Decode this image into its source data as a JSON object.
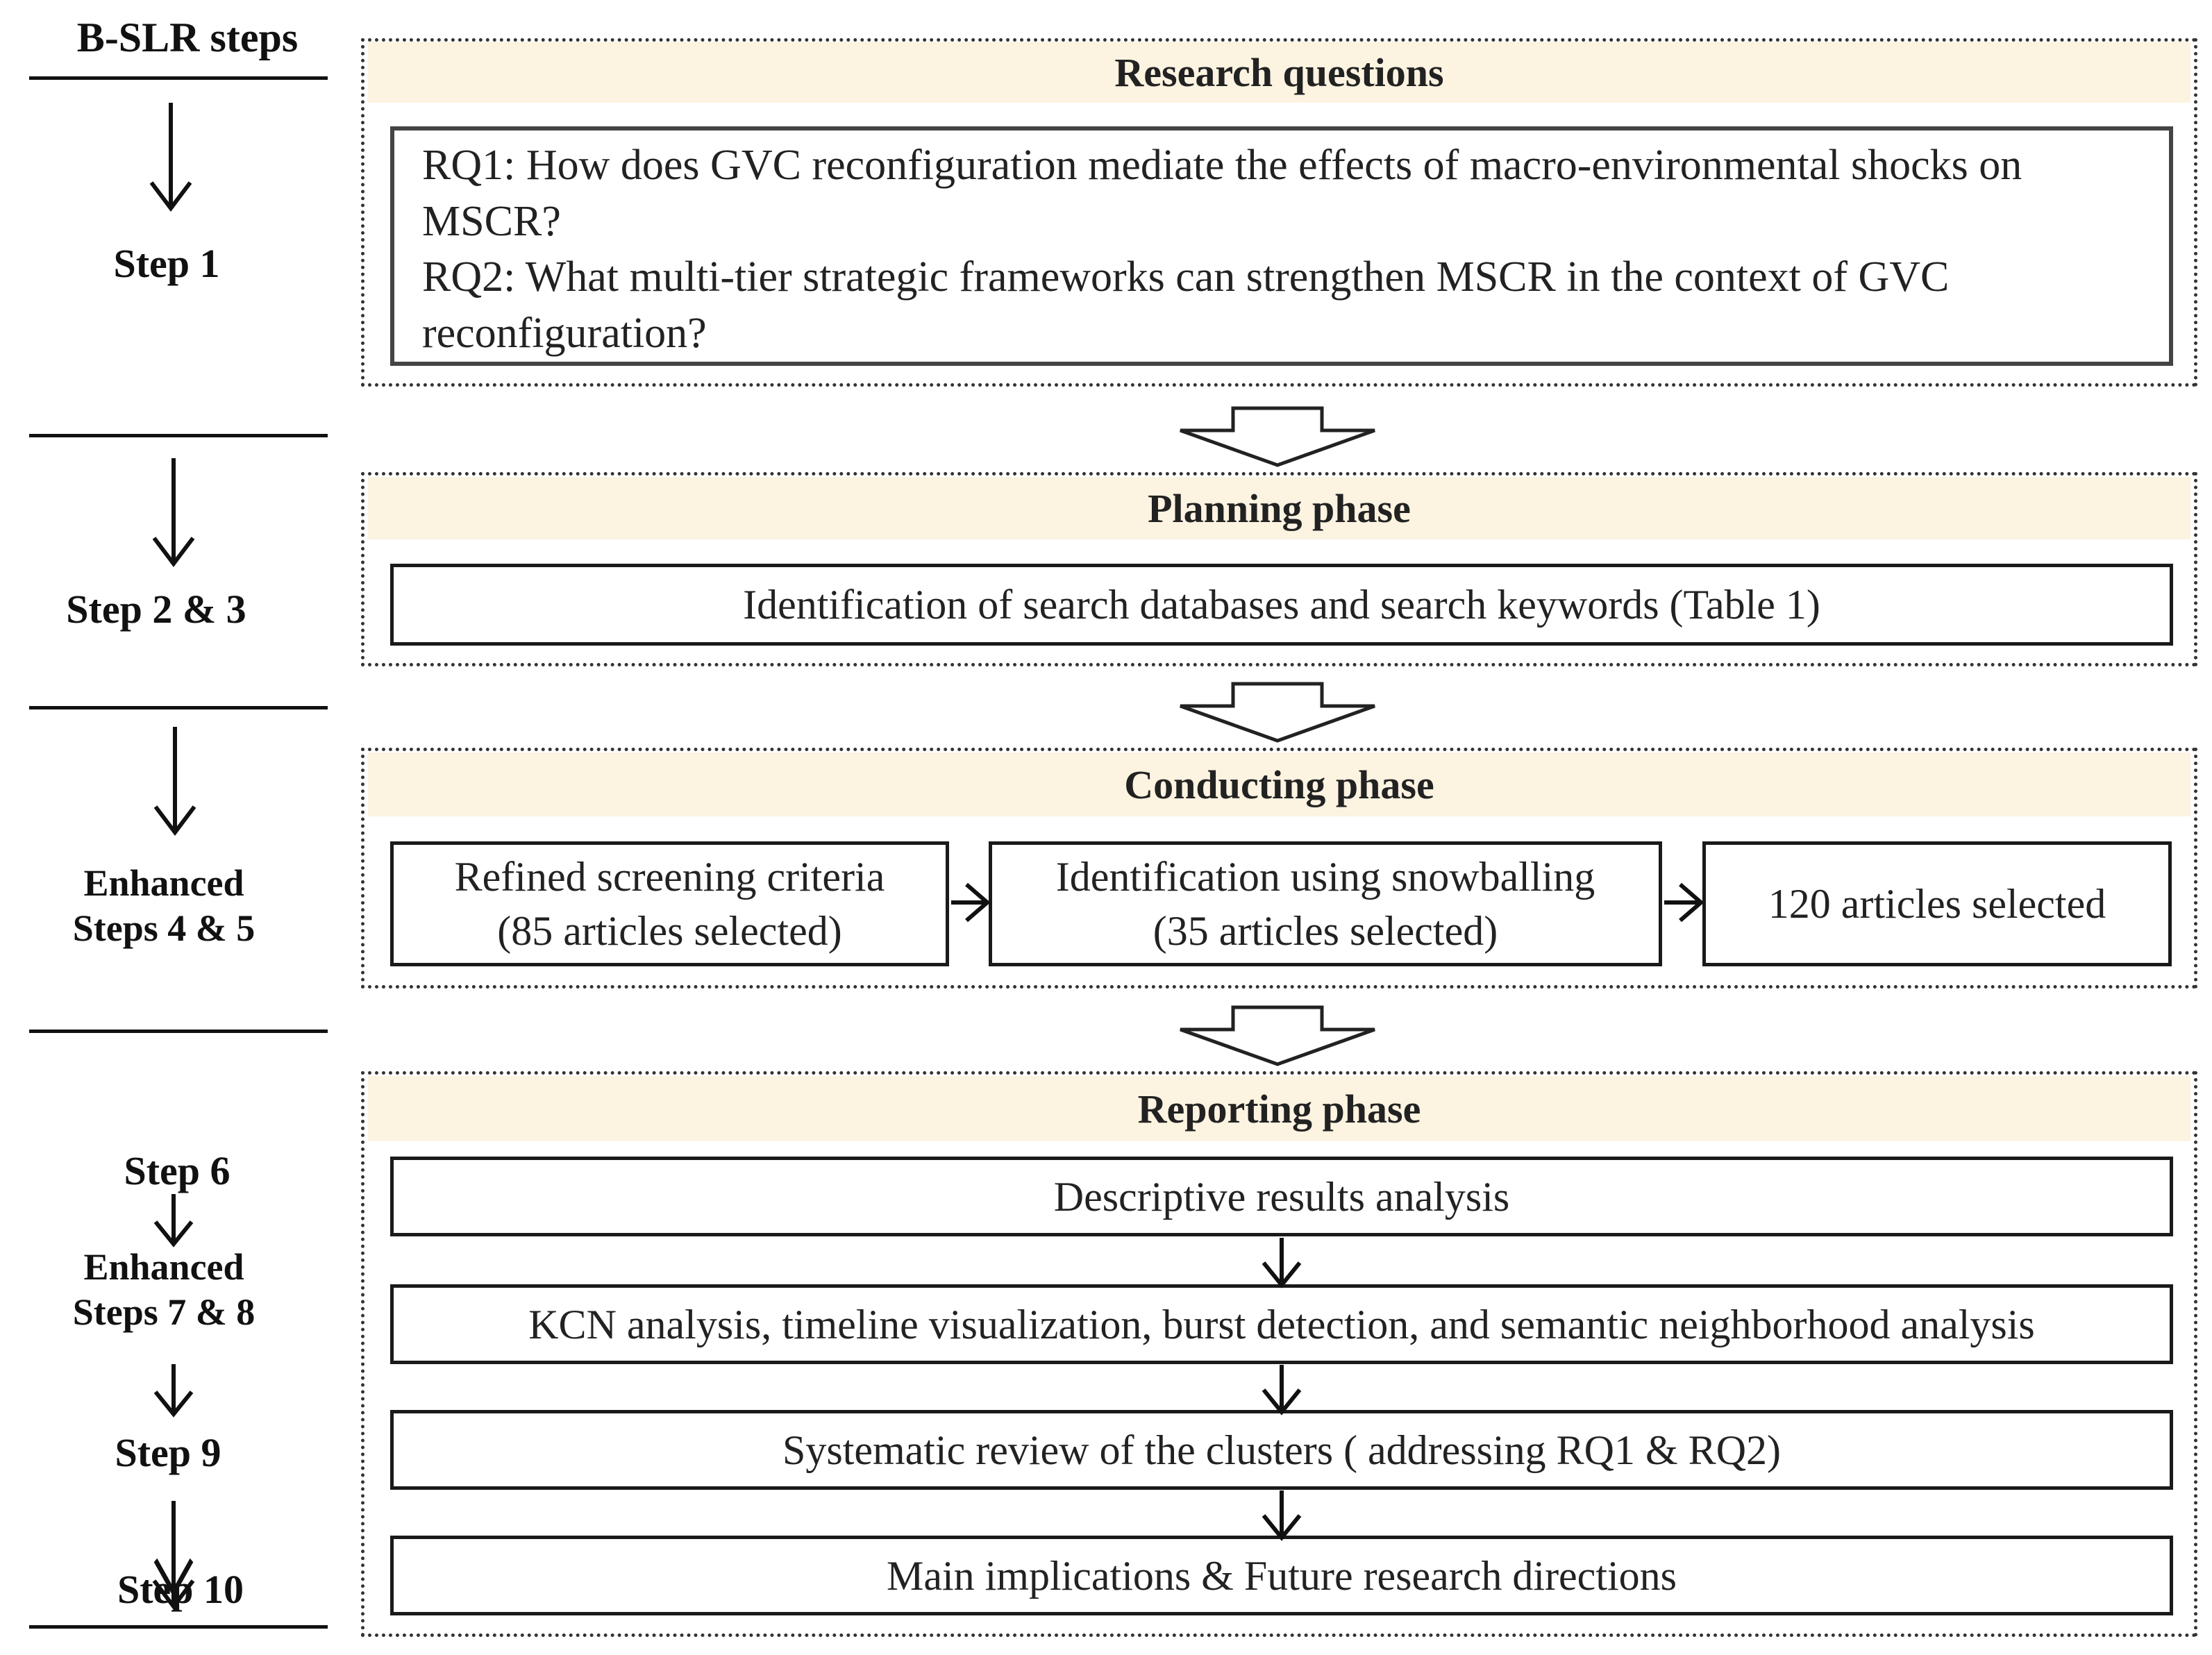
{
  "left_column": {
    "title": "B-SLR steps",
    "steps": [
      {
        "label": "Step 1"
      },
      {
        "label": "Step 2 & 3"
      },
      {
        "line1": "Enhanced",
        "line2": "Steps 4 & 5"
      },
      {
        "label": "Step 6"
      },
      {
        "line1": "Enhanced",
        "line2": "Steps 7 & 8"
      },
      {
        "label": "Step 9"
      },
      {
        "label": "Step 10"
      }
    ]
  },
  "research_questions": {
    "header": "Research questions",
    "rq1_line1": "RQ1: How does GVC reconfiguration mediate the effects of macro-environmental shocks on",
    "rq1_line2": "MSCR?",
    "rq2_line1": "RQ2: What multi-tier strategic frameworks can strengthen MSCR in the context of GVC",
    "rq2_line2": "reconfiguration?"
  },
  "planning": {
    "header": "Planning phase",
    "box": "Identification of search databases and search keywords (Table 1)"
  },
  "conducting": {
    "header": "Conducting phase",
    "box1_line1": "Refined screening criteria",
    "box1_line2": "(85 articles selected)",
    "box2_line1": "Identification using snowballing",
    "box2_line2": "(35 articles selected)",
    "box3": "120 articles selected"
  },
  "reporting": {
    "header": "Reporting phase",
    "boxes": [
      "Descriptive results analysis",
      "KCN analysis, timeline visualization, burst detection, and semantic neighborhood analysis",
      "Systematic review of the clusters ( addressing RQ1 & RQ2)",
      "Main implications & Future research directions"
    ]
  }
}
